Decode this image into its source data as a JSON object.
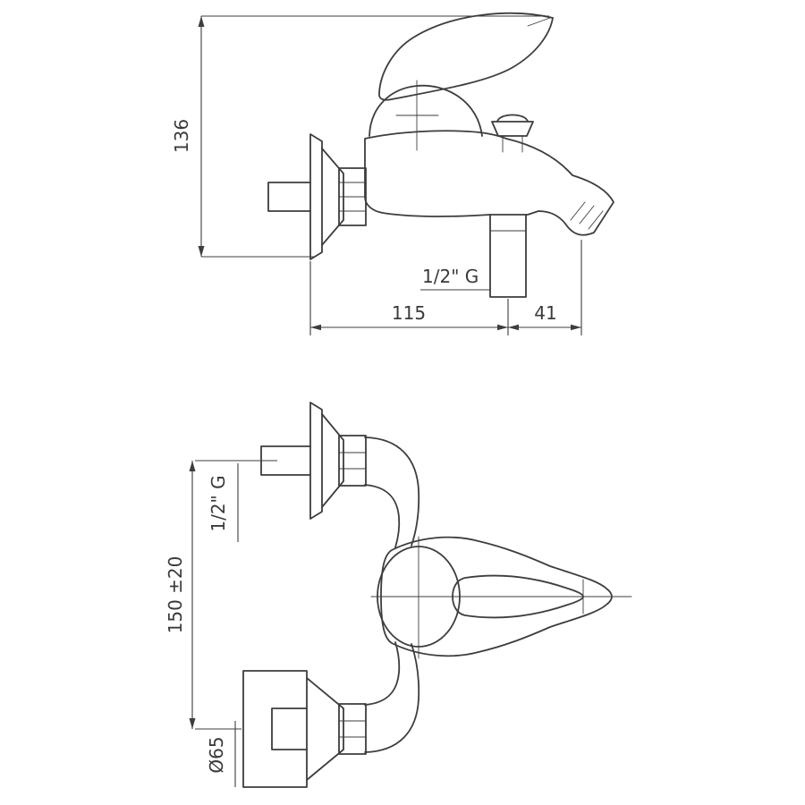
{
  "page": {
    "background": "#ffffff",
    "line_color": "#3d3d3d"
  },
  "side_view": {
    "dim_height": "136",
    "dim_wall_to_outlet": "115",
    "dim_outlet_to_spout": "41",
    "thread": "1/2\" G"
  },
  "front_view": {
    "dim_centers": "150 ±20",
    "thread": "1/2\" G",
    "diameter": "Ø65"
  }
}
